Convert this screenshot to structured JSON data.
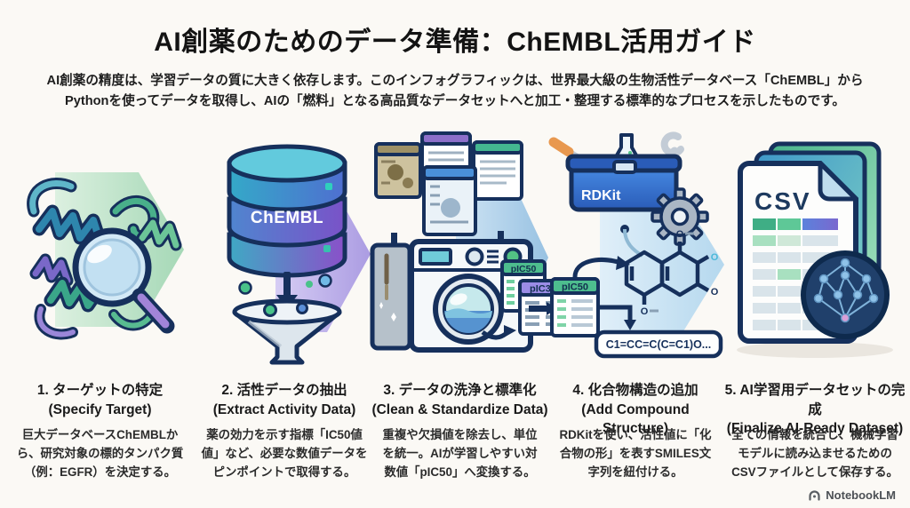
{
  "header": {
    "title": "AI創薬のためのデータ準備：ChEMBL活用ガイド",
    "subtitle": "AI創薬の精度は、学習データの質に大きく依存します。このインフォグラフィックは、世界最大級の生物活性データベース「ChEMBL」から\nPythonを使ってデータを取得し、AIの「燃料」となる高品質なデータセットへと加工・整理する標準的なプロセスを示したものです。"
  },
  "steps": [
    {
      "title_ja": "1. ターゲットの特定",
      "title_en": "(Specify Target)",
      "description": "巨大データベースChEMBLか\nら、研究対象の標的タンパク質\n（例：EGFR）を決定する。"
    },
    {
      "title_ja": "2. 活性データの抽出",
      "title_en": "(Extract Activity Data)",
      "description": "薬の効力を示す指標「IC50値\n値」など、必要な数値データを\nピンポイントで取得する。"
    },
    {
      "title_ja": "3. データの洗浄と標準化",
      "title_en": "(Clean & Standardize Data)",
      "description": "重複や欠損値を除去し、単位\nを統一。AIが学習しやすい対\n数値「pIC50」へ変換する。"
    },
    {
      "title_ja": "4. 化合物構造の追加",
      "title_en": "(Add Compound Structure)",
      "description": "RDKitを使い、活性値に「化\n合物の形」を表すSMILES文\n字列を紐付ける。"
    },
    {
      "title_ja": "5. AI学習用データセットの完成",
      "title_en": "(Finalize AI-Ready Dataset)",
      "description": "全ての情報を統合し、機械学習\nモデルに読み込ませるための\nCSVファイルとして保存する。"
    }
  ],
  "graphics": {
    "chembl_label": "ChEMBL",
    "washer_card_pic50": "pIC50",
    "washer_card_pic30": "pIC30",
    "rdkit_label": "RDKit",
    "rdkit_card_pic50": "pIC50",
    "smiles_string": "C1=CC=C(C=C1)O...",
    "csv_label": "CSV"
  },
  "colors": {
    "outline_navy": "#16305c",
    "chevron_green": "#a5d8b6",
    "chevron_purple": "#ab9ce2",
    "chevron_blue": "#98c2e2",
    "chevron_lightblue": "#b5d8ee",
    "accent_green": "#4dbd8e",
    "accent_blue": "#4a90d9",
    "accent_purple": "#9b8ce6"
  },
  "footer": {
    "brand": "NotebookLM"
  }
}
